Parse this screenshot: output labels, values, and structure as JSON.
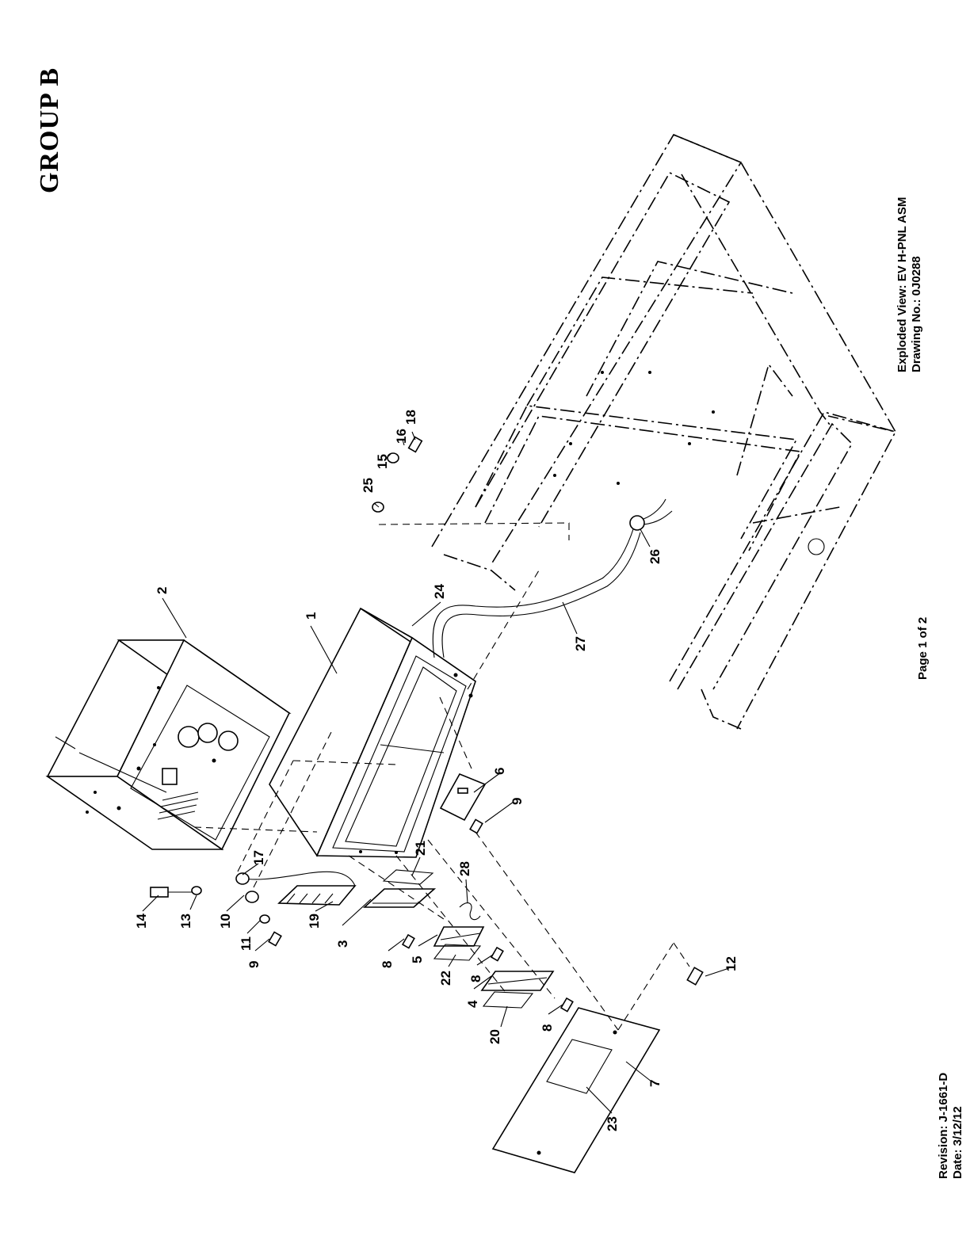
{
  "header": {
    "group_title": "GROUP B"
  },
  "title_block": {
    "view_title": "Exploded View: EV H-PNL ASM",
    "drawing_number": "Drawing No.: 0J0288"
  },
  "footer": {
    "page": "Page 1 of 2",
    "revision": "Revision: J-1661-D",
    "date": "Date: 3/12/12"
  },
  "callouts": [
    "1",
    "2",
    "3",
    "4",
    "5",
    "6",
    "7",
    "8",
    "8",
    "8",
    "9",
    "9",
    "10",
    "11",
    "12",
    "13",
    "14",
    "15",
    "16",
    "17",
    "18",
    "19",
    "20",
    "21",
    "22",
    "23",
    "24",
    "25",
    "26",
    "27",
    "28"
  ]
}
